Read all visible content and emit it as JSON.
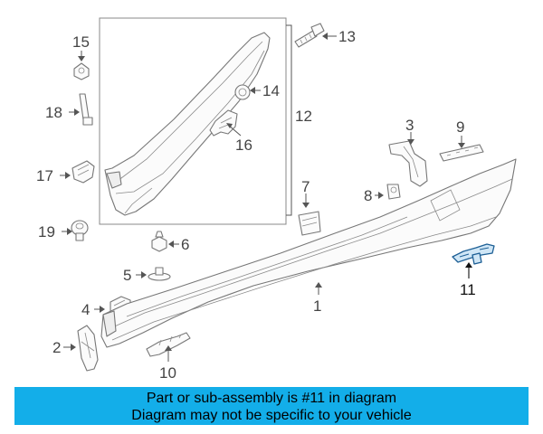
{
  "callouts": {
    "c1": "1",
    "c2": "2",
    "c3": "3",
    "c4": "4",
    "c5": "5",
    "c6": "6",
    "c7": "7",
    "c8": "8",
    "c9": "9",
    "c10": "10",
    "c11": "11",
    "c12": "12",
    "c13": "13",
    "c14": "14",
    "c15": "15",
    "c16": "16",
    "c17": "17",
    "c18": "18",
    "c19": "19"
  },
  "highlighted_part": "11",
  "banner": {
    "line1": "Part or sub-assembly is #11 in diagram",
    "line2": "Diagram may not be specific to your vehicle",
    "background_color": "#13aee9"
  },
  "colors": {
    "highlight_fill": "#cfe6f6",
    "highlight_stroke": "#1d5f95",
    "line": "#777777"
  }
}
